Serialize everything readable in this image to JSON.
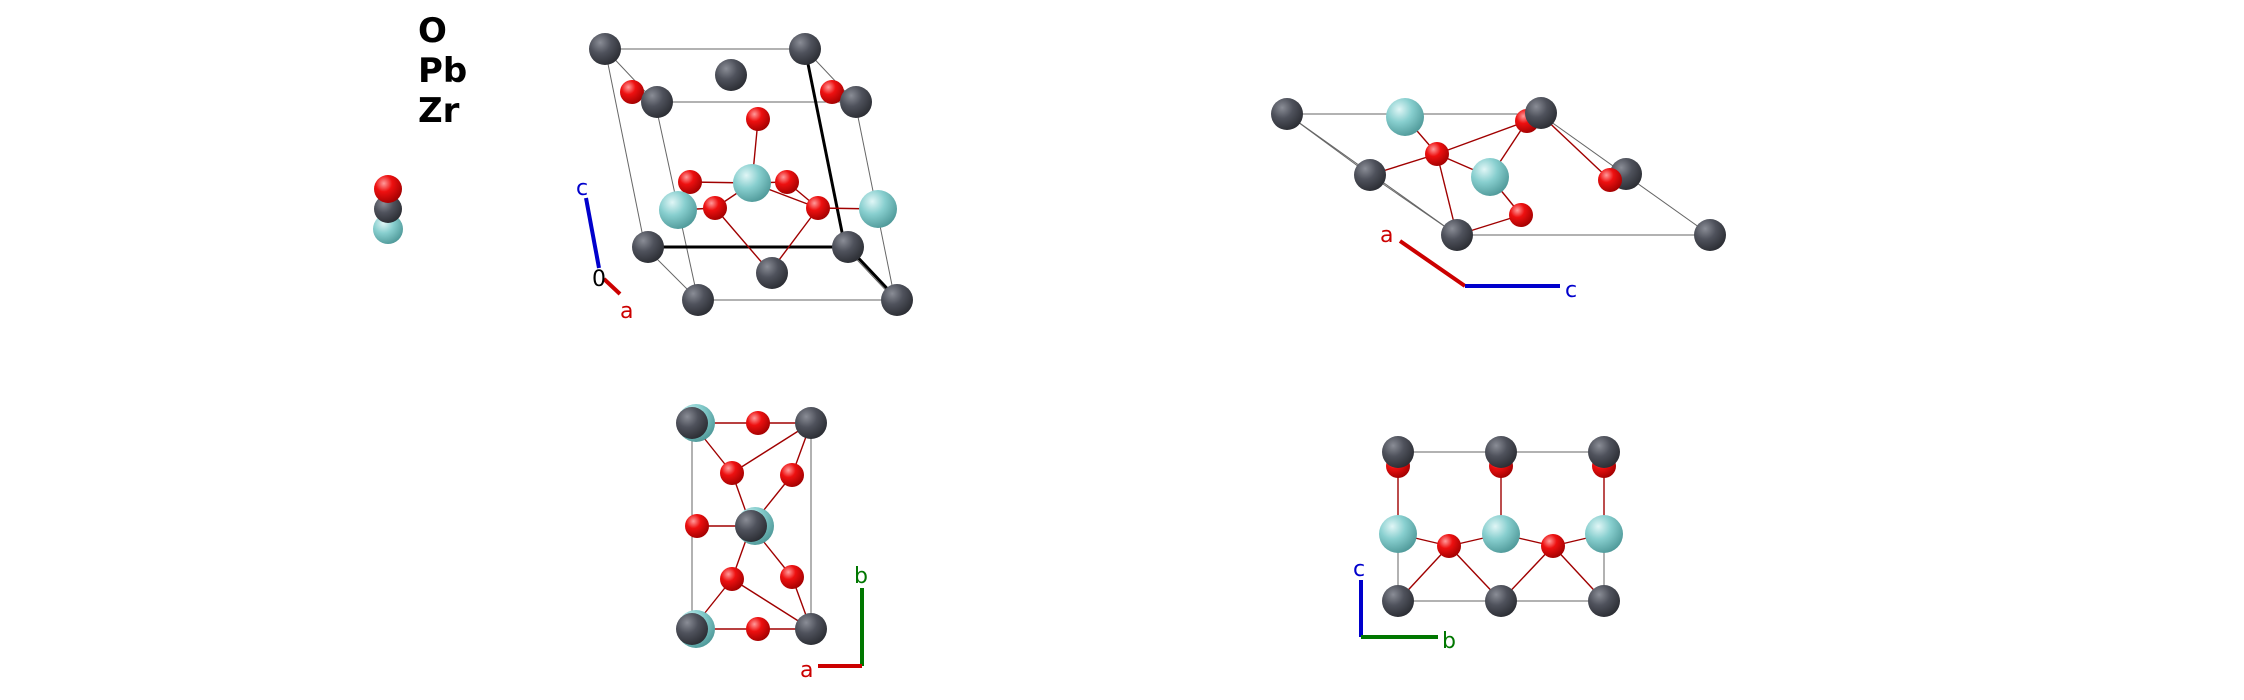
{
  "legend": {
    "items": [
      {
        "label": "O",
        "color": "#ee0000"
      },
      {
        "label": "Pb",
        "color": "#4a4d57"
      },
      {
        "label": "Zr",
        "color": "#7ec9c9"
      }
    ]
  },
  "axis_labels": {
    "view1": {
      "c": "c",
      "origin": "0",
      "a": "a"
    },
    "view2": {
      "a": "a",
      "c": "c"
    },
    "view3": {
      "b": "b",
      "a": "a"
    },
    "view4": {
      "c": "c",
      "b": "b"
    }
  },
  "colors": {
    "O": "#ee0000",
    "Pb": "#4a4d57",
    "Zr": "#7ec9c9",
    "axis_a": "#cc0000",
    "axis_b": "#007700",
    "axis_c": "#0000cc",
    "cell": "#555555",
    "bond": "#a00000"
  }
}
